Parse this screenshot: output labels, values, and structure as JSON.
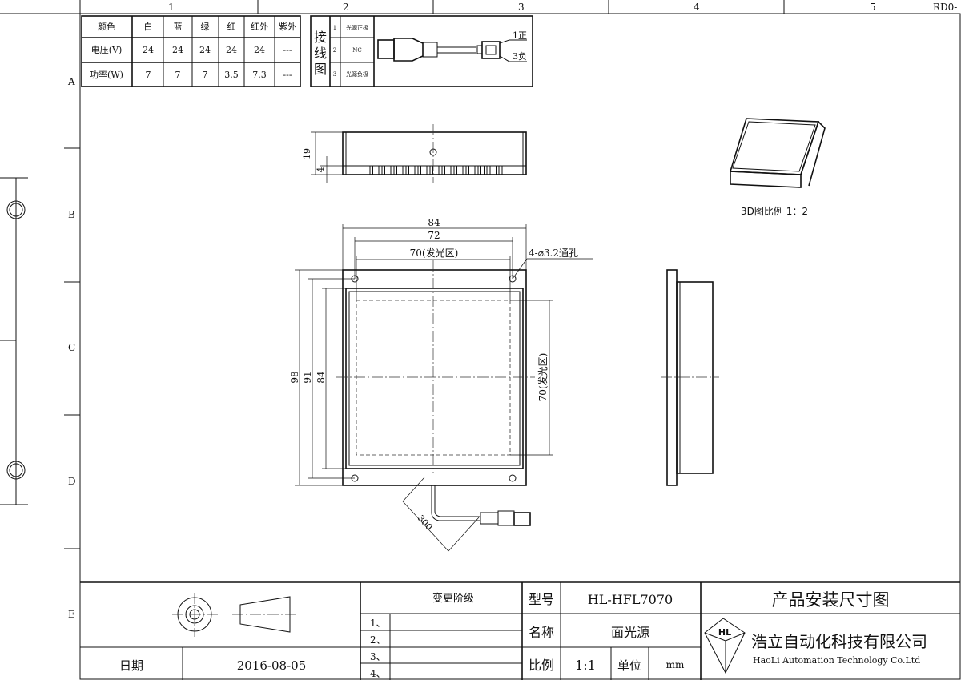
{
  "frame": {
    "columns": [
      "1",
      "2",
      "3",
      "4",
      "5"
    ],
    "rows": [
      "A",
      "B",
      "C",
      "D",
      "E"
    ],
    "revision": "RD0-"
  },
  "spec_table": {
    "headers": [
      "颜色",
      "白",
      "蓝",
      "绿",
      "红",
      "红外",
      "紫外"
    ],
    "rows": [
      [
        "电压(V)",
        "24",
        "24",
        "24",
        "24",
        "24",
        "---"
      ],
      [
        "功率(W)",
        "7",
        "7",
        "7",
        "3.5",
        "7.3",
        "---"
      ]
    ]
  },
  "wiring": {
    "title_chars": [
      "接",
      "线",
      "图"
    ],
    "pins": [
      {
        "no": "1",
        "label": "光源正极"
      },
      {
        "no": "2",
        "label": "NC"
      },
      {
        "no": "3",
        "label": "光源负极"
      }
    ],
    "connector_labels": [
      "1正",
      "3负"
    ]
  },
  "dimensions": {
    "height": "19",
    "base": "4",
    "width_outer": "84",
    "width_holes": "72",
    "emit_width": "70(发光区)",
    "holes": "4-⌀3.2通孔",
    "h_outer": "98",
    "h_holes": "91",
    "h_inner": "84",
    "emit_height": "70(发光区)",
    "cable": "300"
  },
  "view_3d_caption": "3D图比例 1：2",
  "title_block": {
    "change_level": "变更阶级",
    "change_rows": [
      "1、",
      "2、",
      "3、",
      "4、"
    ],
    "model_label": "型号",
    "model": "HL-HFL7070",
    "name_label": "名称",
    "name": "面光源",
    "scale_label": "比例",
    "scale": "1:1",
    "unit_label": "单位",
    "unit": "mm",
    "drawing_title": "产品安装尺寸图",
    "date_label": "日期",
    "date": "2016-08-05",
    "company_cn": "浩立自动化科技有限公司",
    "company_en": "HaoLi Automation Technology Co.Ltd",
    "logo_text": "HL"
  }
}
